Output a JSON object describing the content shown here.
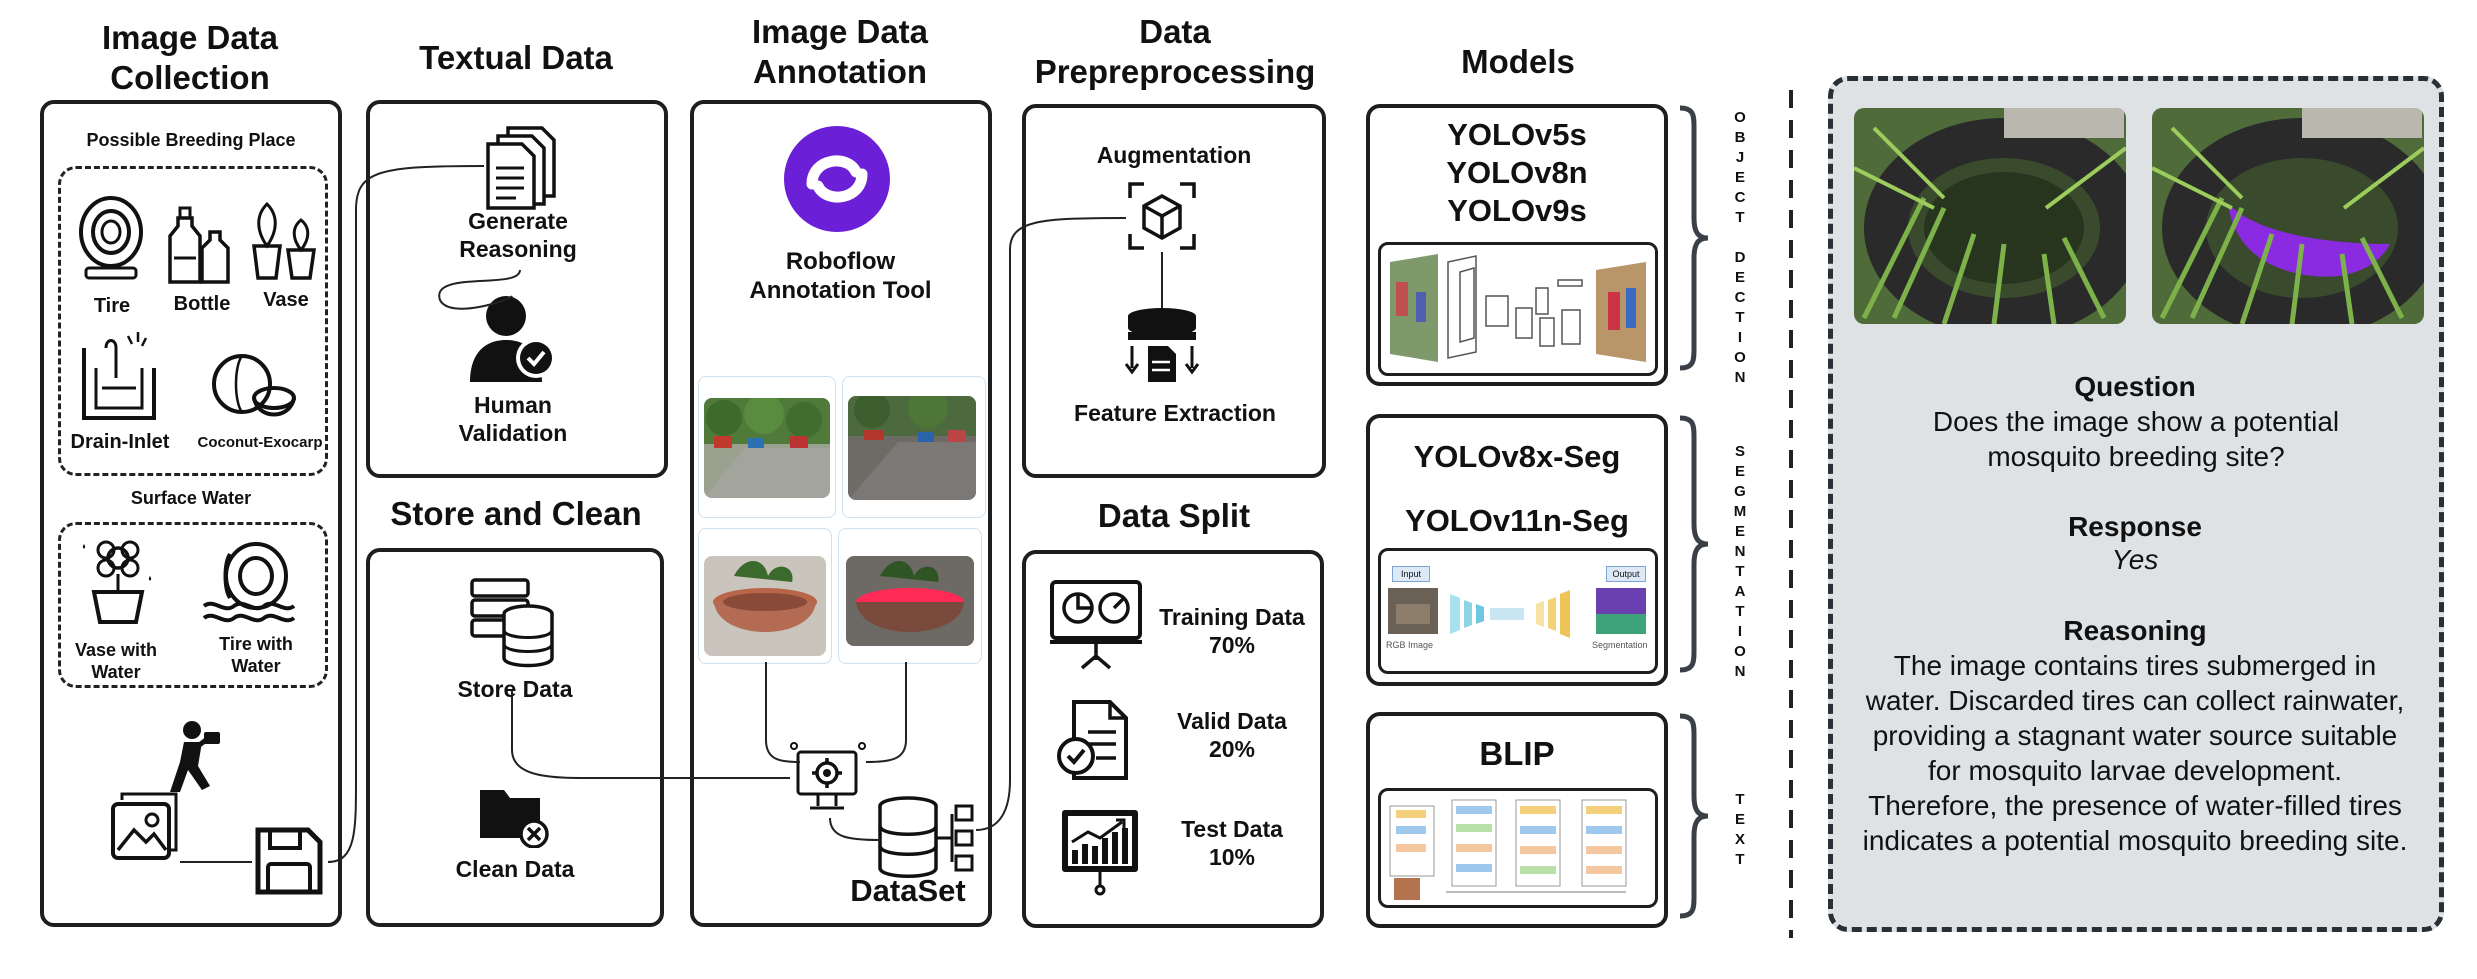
{
  "stages": {
    "collection": {
      "title_line1": "Image Data",
      "title_line2": "Collection",
      "breeding_heading": "Possible Breeding Place",
      "breeding_items": [
        "Tire",
        "Bottle",
        "Vase",
        "Drain-Inlet",
        "Coconut-Exocarp"
      ],
      "surface_heading": "Surface Water",
      "surface_items": [
        "Vase with Water",
        "Tire with Water"
      ]
    },
    "textual": {
      "title": "Textual Data",
      "generate": "Generate Reasoning",
      "human": "Human Validation"
    },
    "store": {
      "title": "Store and Clean",
      "store_label": "Store Data",
      "clean_label": "Clean Data"
    },
    "annotation": {
      "title_line1": "Image Data",
      "title_line2": "Annotation",
      "tool_line1": "Roboflow",
      "tool_line2": "Annotation Tool",
      "dataset_label": "DataSet"
    },
    "preprocessing": {
      "title_line1": "Data",
      "title_line2": "Prepreprocessing",
      "augmentation": "Augmentation",
      "feature": "Feature Extraction"
    },
    "split": {
      "title": "Data Split",
      "items": [
        {
          "label": "Training Data",
          "pct": "70%"
        },
        {
          "label": "Valid Data",
          "pct": "20%"
        },
        {
          "label": "Test Data",
          "pct": "10%"
        }
      ]
    },
    "models": {
      "title": "Models",
      "detection_models": [
        "YOLOv5s",
        "YOLOv8n",
        "YOLOv9s"
      ],
      "segmentation_models": [
        "YOLOv8x-Seg",
        "YOLOv11n-Seg"
      ],
      "text_model": "BLIP",
      "seg_input": "Input",
      "seg_output": "Output",
      "seg_rgb": "RGB Image",
      "seg_seg": "Segmentation",
      "group_detection": "OBJECT DECTION",
      "group_segmentation": "SEGMENTATION",
      "group_text": "TEXT"
    }
  },
  "example": {
    "question_heading": "Question",
    "question_text": "Does the image show a potential mosquito breeding site?",
    "response_heading": "Response",
    "response_text": "Yes",
    "reasoning_heading": "Reasoning",
    "reasoning_text": "The image contains tires submerged in water. Discarded tires can collect rainwater, providing a stagnant water source suitable for mosquito larvae development. Therefore, the presence of water-filled tires indicates a potential mosquito breeding site."
  },
  "colors": {
    "roboflow_purple": "#6b1fd6",
    "mask_purple": "#8a2be2",
    "mask_red": "#ff2a55",
    "example_bg": "#dfe2e5",
    "stroke": "#1e1e1e"
  }
}
